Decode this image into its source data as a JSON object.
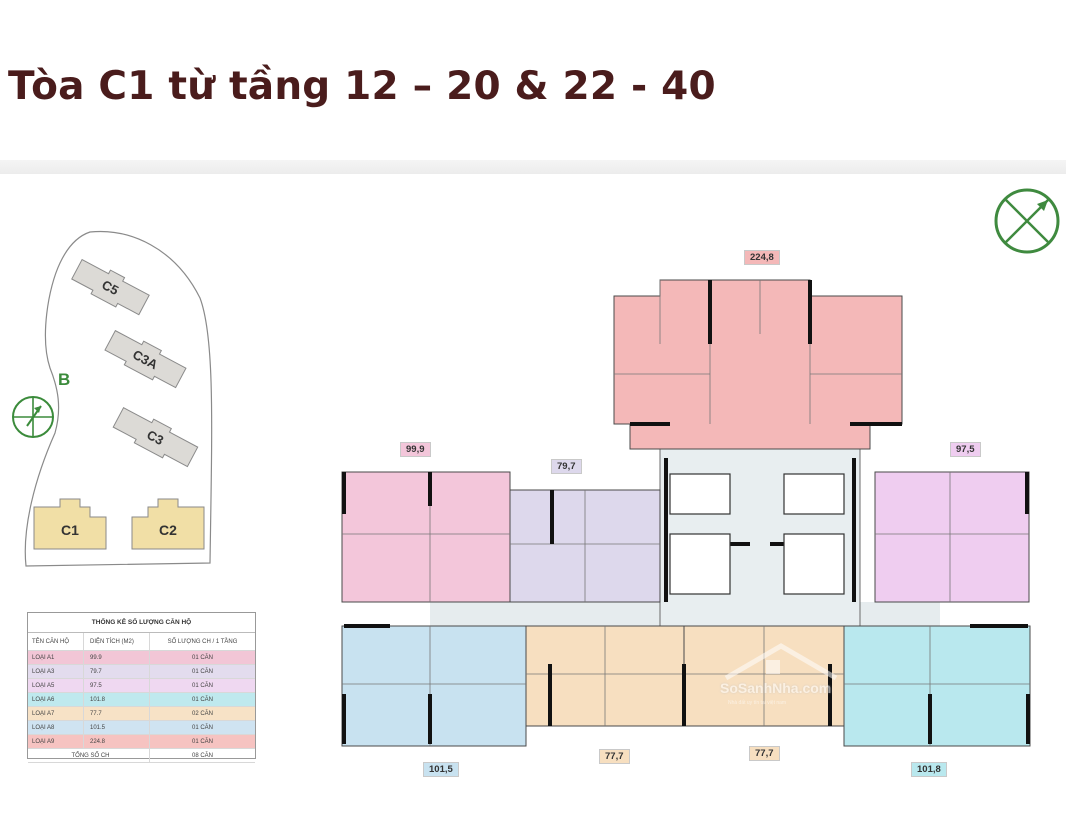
{
  "header": {
    "title": "Tòa C1 từ tầng 12 – 20 & 22 - 40"
  },
  "site_map": {
    "buildings": [
      "C5",
      "C3A",
      "C3",
      "C1",
      "C2"
    ],
    "compass_label": "B"
  },
  "stats_table": {
    "title": "THỐNG KÊ SỐ LƯỢNG CĂN HỘ",
    "headers": [
      "TÊN CĂN HỘ",
      "DIỆN TÍCH (M2)",
      "SỐ LƯỢNG CH / 1 TẦNG"
    ],
    "rows": [
      {
        "type": "LOẠI A1",
        "area": "99.9",
        "count": "01 CĂN",
        "color": "#f2c6d6"
      },
      {
        "type": "LOẠI A3",
        "area": "79.7",
        "count": "01 CĂN",
        "color": "#e3dcee"
      },
      {
        "type": "LOẠI A5",
        "area": "97.5",
        "count": "01 CĂN",
        "color": "#efd8f1"
      },
      {
        "type": "LOẠI A6",
        "area": "101.8",
        "count": "01 CĂN",
        "color": "#bfe9ee"
      },
      {
        "type": "LOẠI A7",
        "area": "77.7",
        "count": "02 CĂN",
        "color": "#f7e2c6"
      },
      {
        "type": "LOẠI A8",
        "area": "101.5",
        "count": "01 CĂN",
        "color": "#cfe3f1"
      },
      {
        "type": "LOẠI A9",
        "area": "224.8",
        "count": "01 CĂN",
        "color": "#f6c3c1"
      }
    ],
    "total": {
      "label": "TỔNG SỐ CH",
      "count": "08 CĂN"
    }
  },
  "floor_plan": {
    "units": [
      {
        "id": "a9",
        "area_label": "224,8",
        "color": "#f4b8b8"
      },
      {
        "id": "a1",
        "area_label": "99,9",
        "color": "#f3c6da"
      },
      {
        "id": "a3",
        "area_label": "79,7",
        "color": "#ddd8ec"
      },
      {
        "id": "a5",
        "area_label": "97,5",
        "color": "#efcdf0"
      },
      {
        "id": "a8",
        "area_label": "101,5",
        "color": "#c8e2f0"
      },
      {
        "id": "a7_left",
        "area_label": "77,7",
        "color": "#f7dfc0"
      },
      {
        "id": "a7_right",
        "area_label": "77,7",
        "color": "#f7dfc0"
      },
      {
        "id": "a6",
        "area_label": "101,8",
        "color": "#b9e8ee"
      }
    ],
    "core_color": "#e8eef0"
  },
  "watermark": {
    "text": "SoSanhNha.com",
    "sub": "Nhà đất uy tín tại việt nam"
  }
}
